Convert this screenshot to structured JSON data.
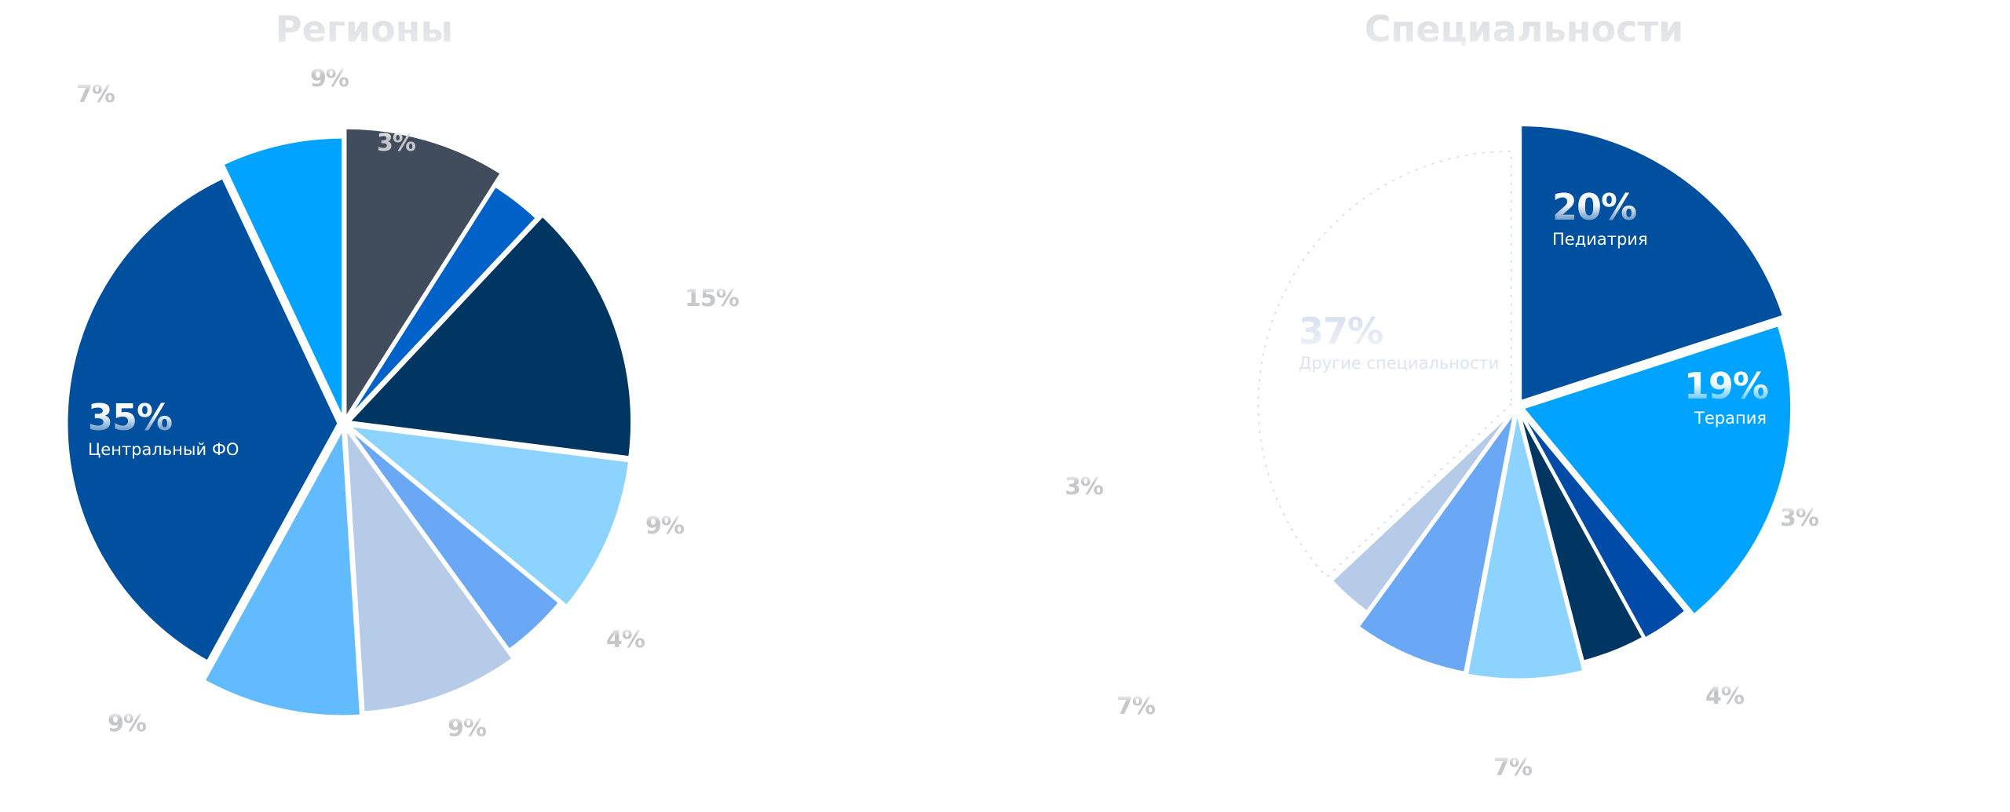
{
  "chart_data": [
    {
      "type": "pie",
      "id": "regions",
      "title": "Регионы",
      "start_angle_deg": 0,
      "direction": "clockwise",
      "slices": [
        {
          "value": 9,
          "label": "9%",
          "category": "",
          "color": "#414D5C"
        },
        {
          "value": 3,
          "label": "3%",
          "category": "",
          "color": "#0061C8"
        },
        {
          "value": 15,
          "label": "15%",
          "category": "",
          "color": "#003661"
        },
        {
          "value": 9,
          "label": "9%",
          "category": "",
          "color": "#8CD3FF"
        },
        {
          "value": 4,
          "label": "4%",
          "category": "",
          "color": "#6AA8F5"
        },
        {
          "value": 9,
          "label": "9%",
          "category": "",
          "color": "#B5CBE8"
        },
        {
          "value": 9,
          "label": "9%",
          "category": "",
          "color": "#62BBFF"
        },
        {
          "value": 35,
          "label": "35%",
          "category": "Центральный ФО",
          "color": "#00509F",
          "label_inside": true
        },
        {
          "value": 7,
          "label": "7%",
          "category": "",
          "color": "#00A3FF"
        }
      ]
    },
    {
      "type": "pie",
      "id": "specialties",
      "title": "Специальности",
      "start_angle_deg": 0,
      "direction": "clockwise",
      "slices": [
        {
          "value": 20,
          "label": "20%",
          "category": "Педиатрия",
          "color": "#00509F",
          "label_inside": true
        },
        {
          "value": 19,
          "label": "19%",
          "category": "Терапия",
          "color": "#00A3FF",
          "label_inside": true
        },
        {
          "value": 3,
          "label": "3%",
          "category": "",
          "color": "#004BA8"
        },
        {
          "value": 4,
          "label": "4%",
          "category": "",
          "color": "#003661"
        },
        {
          "value": 7,
          "label": "7%",
          "category": "",
          "color": "#8CD3FF"
        },
        {
          "value": 7,
          "label": "7%",
          "category": "",
          "color": "#6AA8F5"
        },
        {
          "value": 3,
          "label": "3%",
          "category": "",
          "color": "#B5CBE8"
        },
        {
          "value": 37,
          "label": "37%",
          "category": "Другие специальности",
          "color": "none",
          "outline": "dotted",
          "outline_color": "#C9D6EE",
          "label_inside": true,
          "faded": true
        }
      ]
    }
  ],
  "colors": {
    "title_gradient_top": "#DCDDE1",
    "title_gradient_bottom": "#FFFFFF",
    "outside_label": "#BFC0C4",
    "inside_label": "#FFFFFF",
    "faded_label": "#DDE4F1",
    "background": "#FFFFFF"
  }
}
